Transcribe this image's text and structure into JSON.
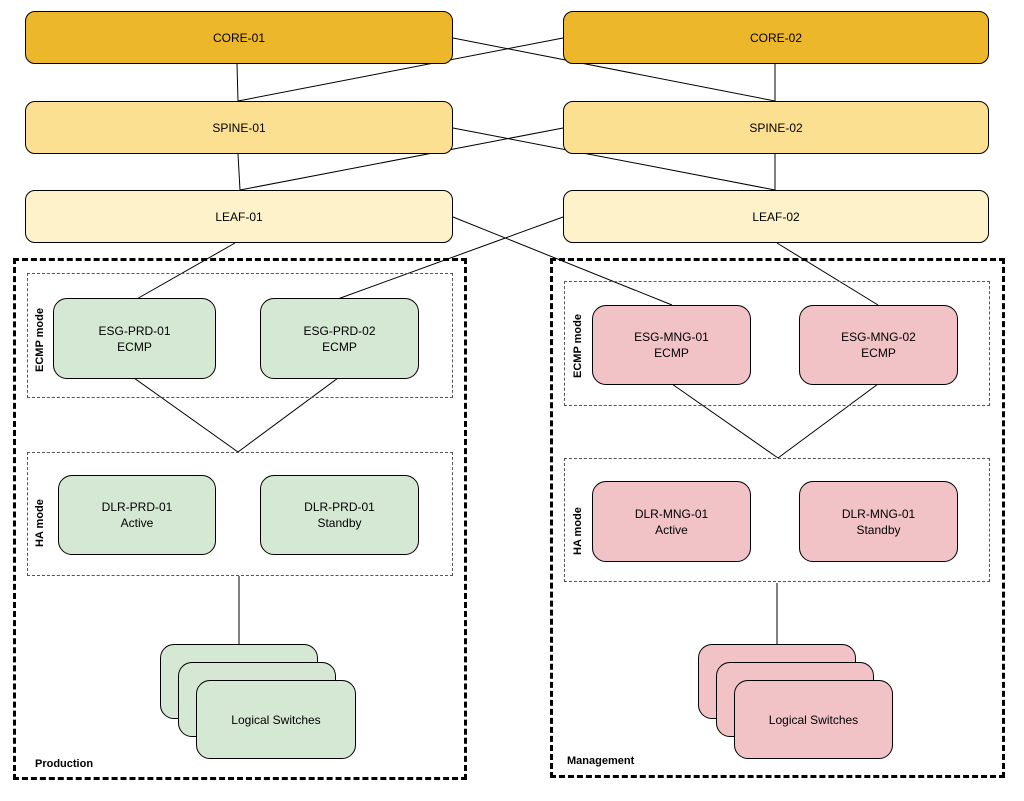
{
  "network": {
    "core": [
      "CORE-01",
      "CORE-02"
    ],
    "spine": [
      "SPINE-01",
      "SPINE-02"
    ],
    "leaf": [
      "LEAF-01",
      "LEAF-02"
    ]
  },
  "production": {
    "zone_label": "Production",
    "ecmp_label": "ECMP mode",
    "ha_label": "HA mode",
    "esg": [
      "ESG-PRD-01\nECMP",
      "ESG-PRD-02\nECMP"
    ],
    "dlr": [
      "DLR-PRD-01\nActive",
      "DLR-PRD-01\nStandby"
    ],
    "switches": "Logical Switches"
  },
  "management": {
    "zone_label": "Management",
    "ecmp_label": "ECMP mode",
    "ha_label": "HA mode",
    "esg": [
      "ESG-MNG-01\nECMP",
      "ESG-MNG-02\nECMP"
    ],
    "dlr": [
      "DLR-MNG-01\nActive",
      "DLR-MNG-01\nStandby"
    ],
    "switches": "Logical Switches"
  },
  "colors": {
    "core": "#edb72b",
    "spine": "#fce091",
    "leaf": "#fef2cb",
    "production": "#d5e8d4",
    "management": "#f1c3c6"
  }
}
